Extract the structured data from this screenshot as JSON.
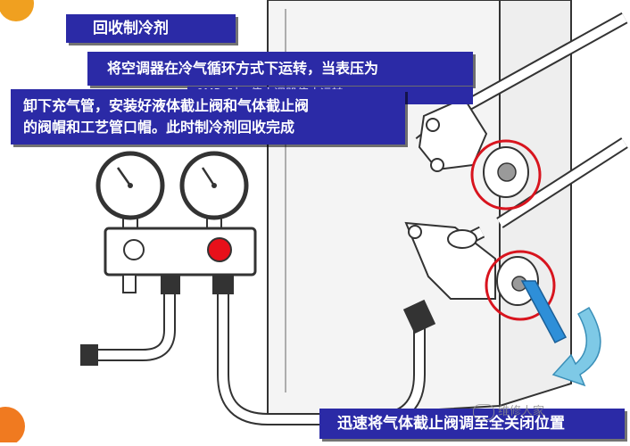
{
  "title": "回收制冷剂",
  "caption_1": "将空调器在冷气循环方式下运转，当表压为",
  "caption_1_hidden": "0MPa时，停止调器停止运转",
  "caption_2_line_1": "卸下充气管，安装好液体截止阀和气体截止阀",
  "caption_2_line_2": "的阀帽和工艺管口帽。此时制冷剂回收完成",
  "caption_3": "迅速将气体截止阀调至全关闭位置",
  "watermark": "维修人家",
  "colors": {
    "label_bg": "#2b2aa6",
    "highlight_circle": "#d8141e",
    "red_knob": "#e8101a",
    "arrow_blue": "#2e8fd8",
    "arrow_cyan": "#7ec9e6"
  },
  "icons": [
    "pressure-gauge-icon",
    "valve-icon",
    "wrench-icon",
    "rotate-arrow-icon",
    "wechat-icon"
  ]
}
